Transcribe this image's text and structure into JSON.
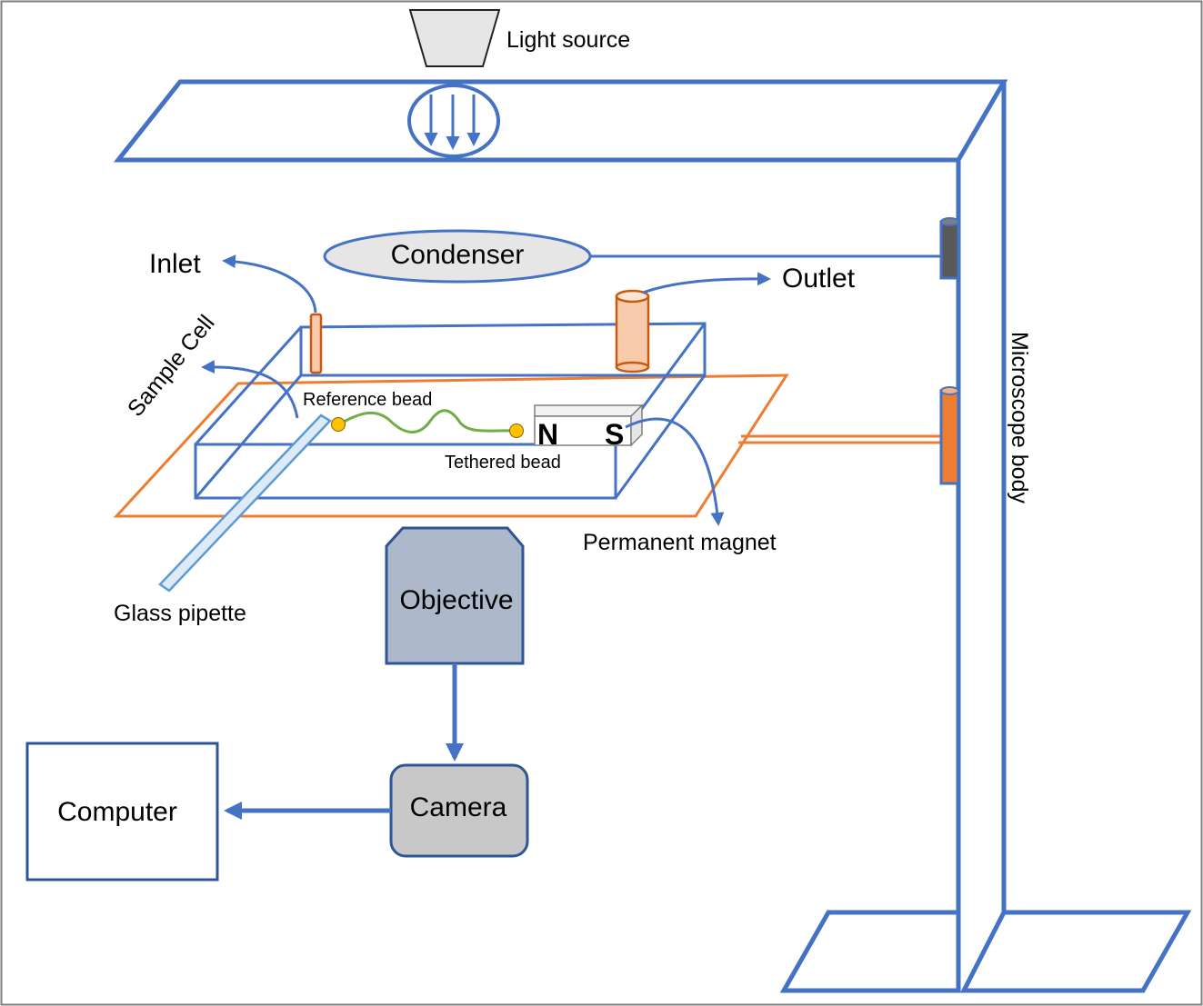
{
  "labels": {
    "light_source": "Light source",
    "condenser": "Condenser",
    "inlet": "Inlet",
    "outlet": "Outlet",
    "sample_cell": "Sample Cell",
    "reference_bead": "Reference bead",
    "tethered_bead": "Tethered bead",
    "magnet_north": "N",
    "magnet_south": "S",
    "permanent_magnet": "Permanent magnet",
    "glass_pipette": "Glass pipette",
    "objective": "Objective",
    "camera": "Camera",
    "computer": "Computer",
    "microscope_body": "Microscope body"
  },
  "colors": {
    "frame_blue": "#4472C4",
    "stage_orange": "#ED7D31",
    "tube_orange": "#C55A11",
    "bead_yellow": "#FFC000",
    "tether_green": "#70AD47",
    "objective_fill": "#ADB9CA",
    "camera_fill": "#C8C8C8",
    "condenser_fill": "#E7E6E6",
    "clamp_gray": "#595959"
  }
}
